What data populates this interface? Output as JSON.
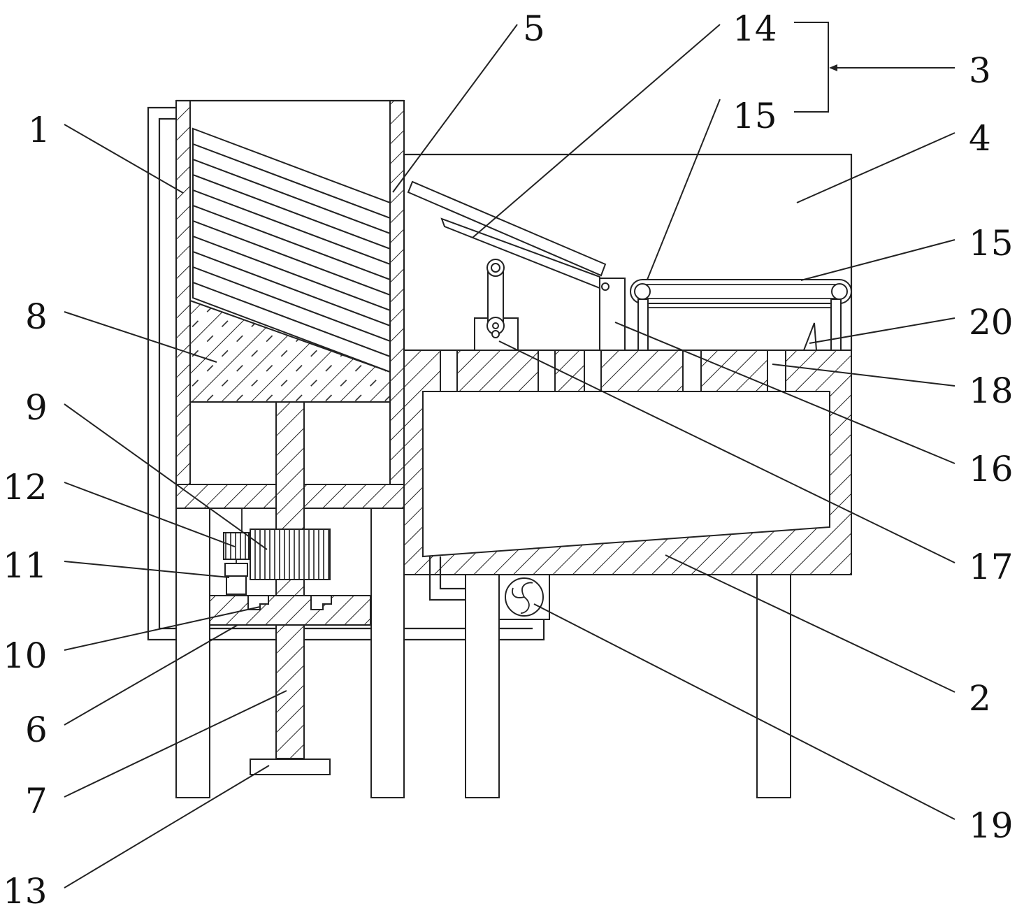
{
  "callouts": [
    {
      "id": "1",
      "text": "1"
    },
    {
      "id": "2",
      "text": "2"
    },
    {
      "id": "3",
      "text": "3"
    },
    {
      "id": "4",
      "text": "4"
    },
    {
      "id": "5",
      "text": "5"
    },
    {
      "id": "6",
      "text": "6"
    },
    {
      "id": "7",
      "text": "7"
    },
    {
      "id": "8",
      "text": "8"
    },
    {
      "id": "9",
      "text": "9"
    },
    {
      "id": "10",
      "text": "10"
    },
    {
      "id": "11",
      "text": "11"
    },
    {
      "id": "12",
      "text": "12"
    },
    {
      "id": "13",
      "text": "13"
    },
    {
      "id": "14",
      "text": "14"
    },
    {
      "id": "15a",
      "text": "15"
    },
    {
      "id": "15b",
      "text": "15"
    },
    {
      "id": "16",
      "text": "16"
    },
    {
      "id": "17",
      "text": "17"
    },
    {
      "id": "18",
      "text": "18"
    },
    {
      "id": "19",
      "text": "19"
    },
    {
      "id": "20",
      "text": "20"
    }
  ]
}
